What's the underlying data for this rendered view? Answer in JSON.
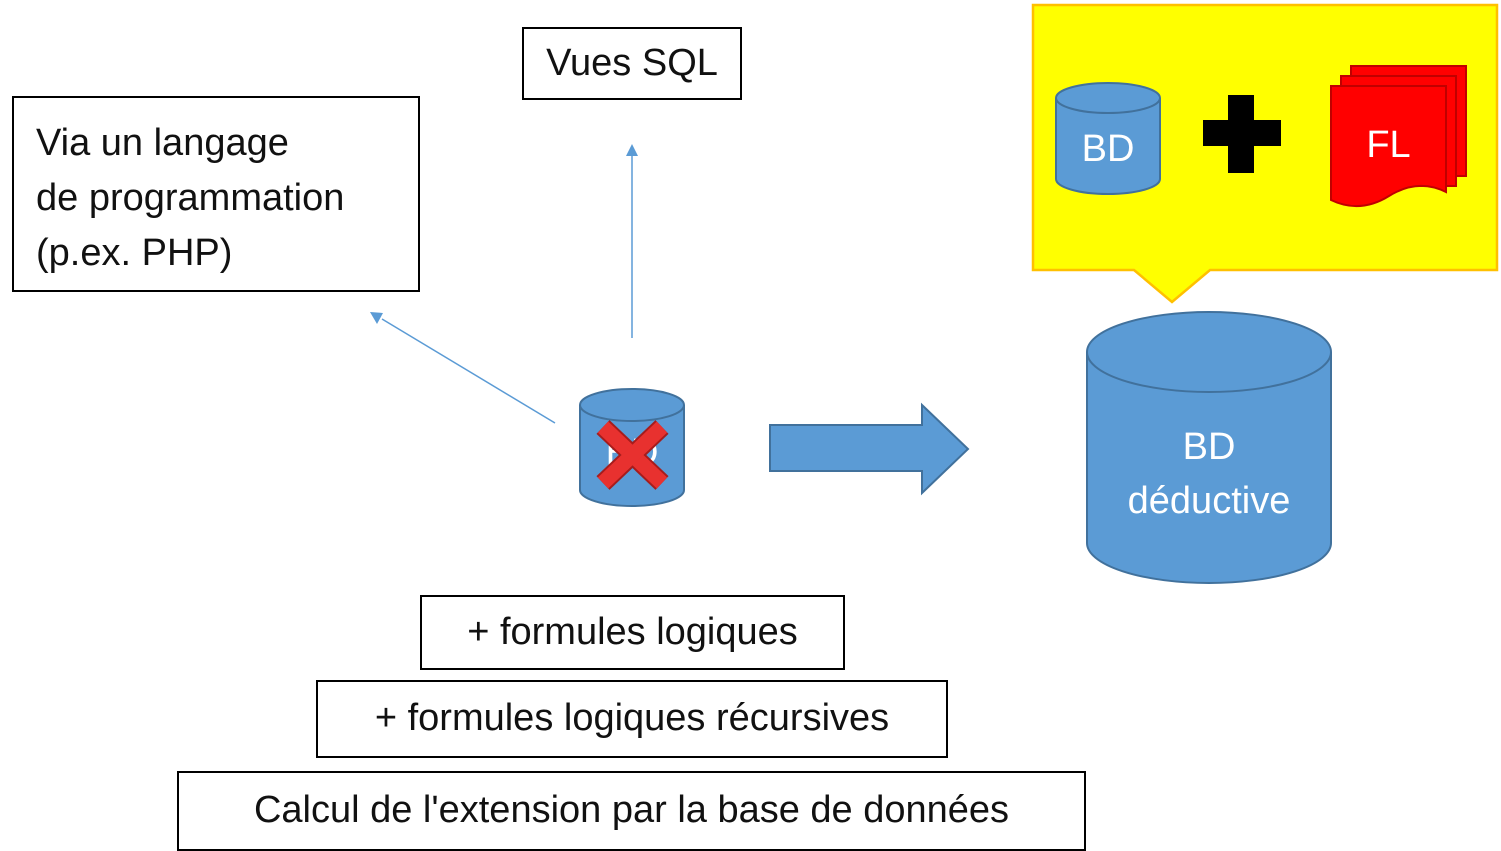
{
  "boxes": {
    "programming": [
      "Via un langage",
      "de programmation",
      "(p.ex. PHP)"
    ],
    "sql_views": "Vues SQL",
    "logic_formulas": "+ formules logiques",
    "recursive_formulas": "+ formules logiques récursives",
    "extension": "Calcul de l'extension par la base de données"
  },
  "callout": {
    "db_label": "BD",
    "fl_label": "FL"
  },
  "deductive_db": {
    "line1": "BD",
    "line2": "déductive"
  },
  "source_db": {
    "label": "BD"
  },
  "colors": {
    "cylinder": "#5b9bd5",
    "cylinder_stroke": "#41719c",
    "callout_bg": "#ffff00",
    "callout_border": "#ffc000",
    "fl_red": "#ff0000",
    "cross": "#e8312f",
    "arrow_line": "#5b9bd5"
  }
}
